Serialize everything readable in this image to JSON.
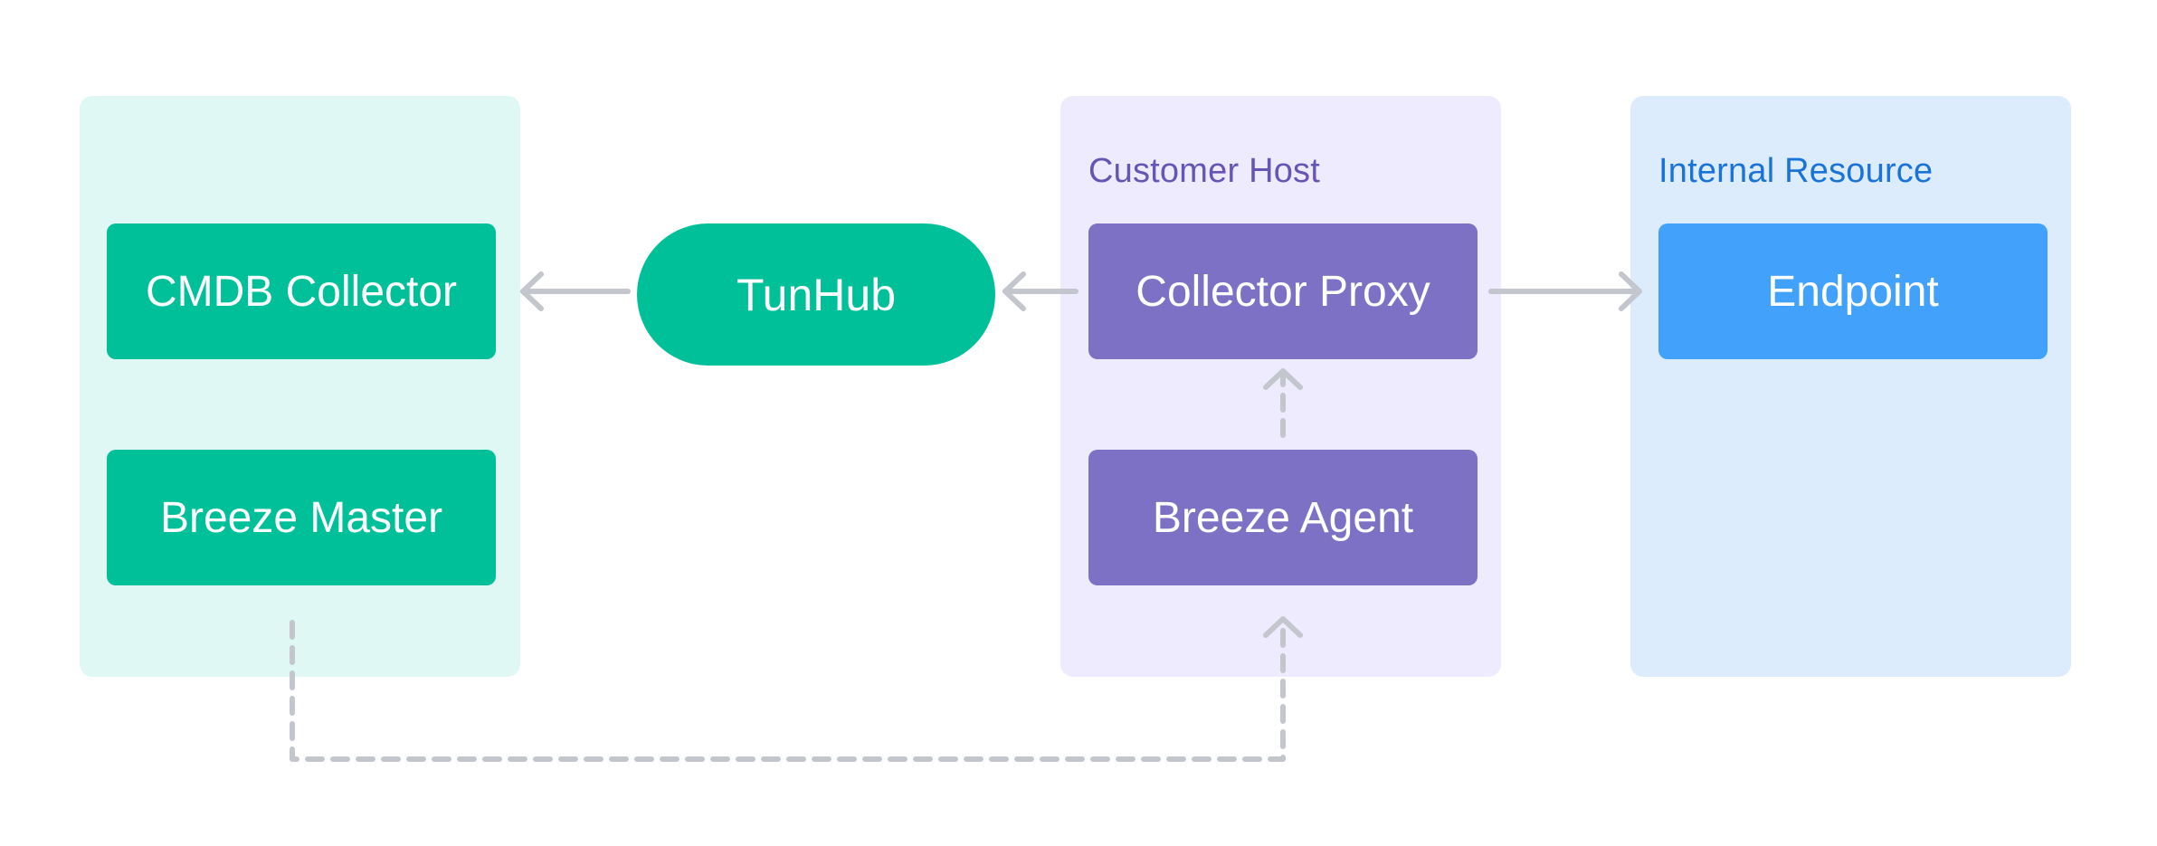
{
  "regions": {
    "customer_host": {
      "label": "Customer Host"
    },
    "internal_resource": {
      "label": "Internal Resource"
    }
  },
  "nodes": {
    "cmdb_collector": "CMDB Collector",
    "breeze_master": "Breeze Master",
    "tunhub": "TunHub",
    "collector_proxy": "Collector Proxy",
    "breeze_agent": "Breeze Agent",
    "endpoint": "Endpoint"
  },
  "colors": {
    "green_region": "#e0f8f3",
    "purple_region": "#edebfd",
    "blue_region": "#dcecfc",
    "green_node": "#00c09a",
    "purple_node": "#7d71c5",
    "blue_node": "#42a1fb",
    "customer_label": "#6654b6",
    "internal_label": "#1a73d9",
    "connector": "#c3c6cd"
  }
}
